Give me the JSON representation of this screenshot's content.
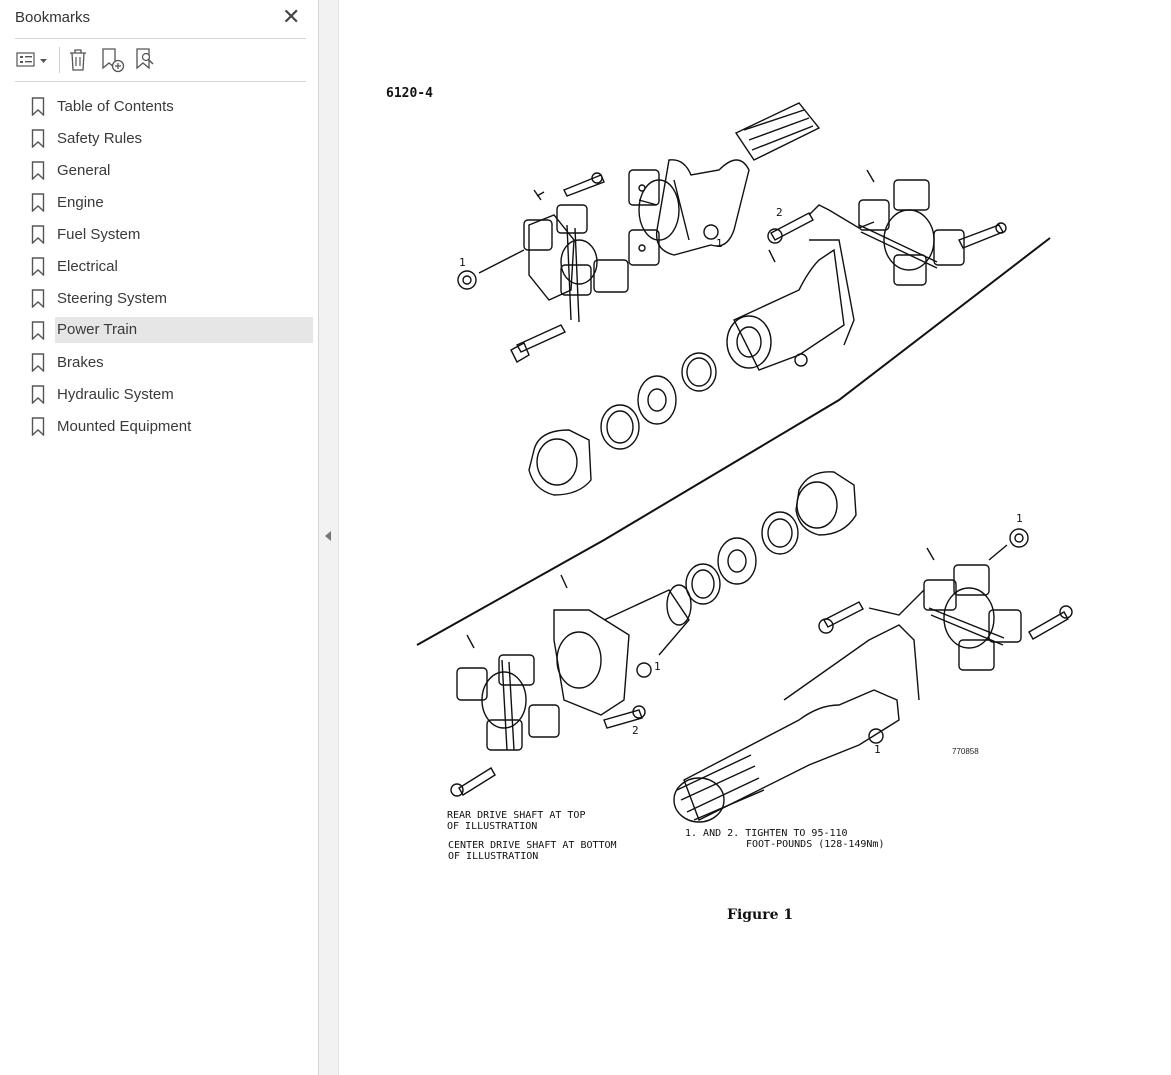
{
  "sidebar": {
    "title": "Bookmarks",
    "close_icon": "close-icon",
    "toolbar": {
      "options_icon": "bookmark-options-icon",
      "delete_icon": "trash-icon",
      "new_bookmark_icon": "add-bookmark-icon",
      "find_bookmark_icon": "find-bookmark-icon"
    },
    "items": [
      {
        "label": "Table of Contents",
        "selected": false
      },
      {
        "label": "Safety Rules",
        "selected": false
      },
      {
        "label": "General",
        "selected": false
      },
      {
        "label": "Engine",
        "selected": false
      },
      {
        "label": "Fuel System",
        "selected": false
      },
      {
        "label": "Electrical",
        "selected": false
      },
      {
        "label": "Steering System",
        "selected": false
      },
      {
        "label": "Power Train",
        "selected": true
      },
      {
        "label": "Brakes",
        "selected": false
      },
      {
        "label": "Hydraulic System",
        "selected": false
      },
      {
        "label": "Mounted Equipment",
        "selected": false
      }
    ]
  },
  "page": {
    "page_number": "6120-4",
    "callout_1": "1",
    "callout_2": "2",
    "image_id": "770858",
    "caption_left_1a": "REAR DRIVE SHAFT AT TOP",
    "caption_left_1b": "OF ILLUSTRATION",
    "caption_left_2a": "CENTER DRIVE SHAFT AT BOTTOM",
    "caption_left_2b": "OF ILLUSTRATION",
    "caption_right_a": "1. AND 2.  TIGHTEN TO 95-110",
    "caption_right_b": "FOOT-POUNDS (128-149Nm)",
    "figure_caption": "Figure 1"
  },
  "colors": {
    "selected_bg": "#e6e6e6",
    "panel_border": "#d4d4d4",
    "strip_bg": "#f2f2f2"
  }
}
